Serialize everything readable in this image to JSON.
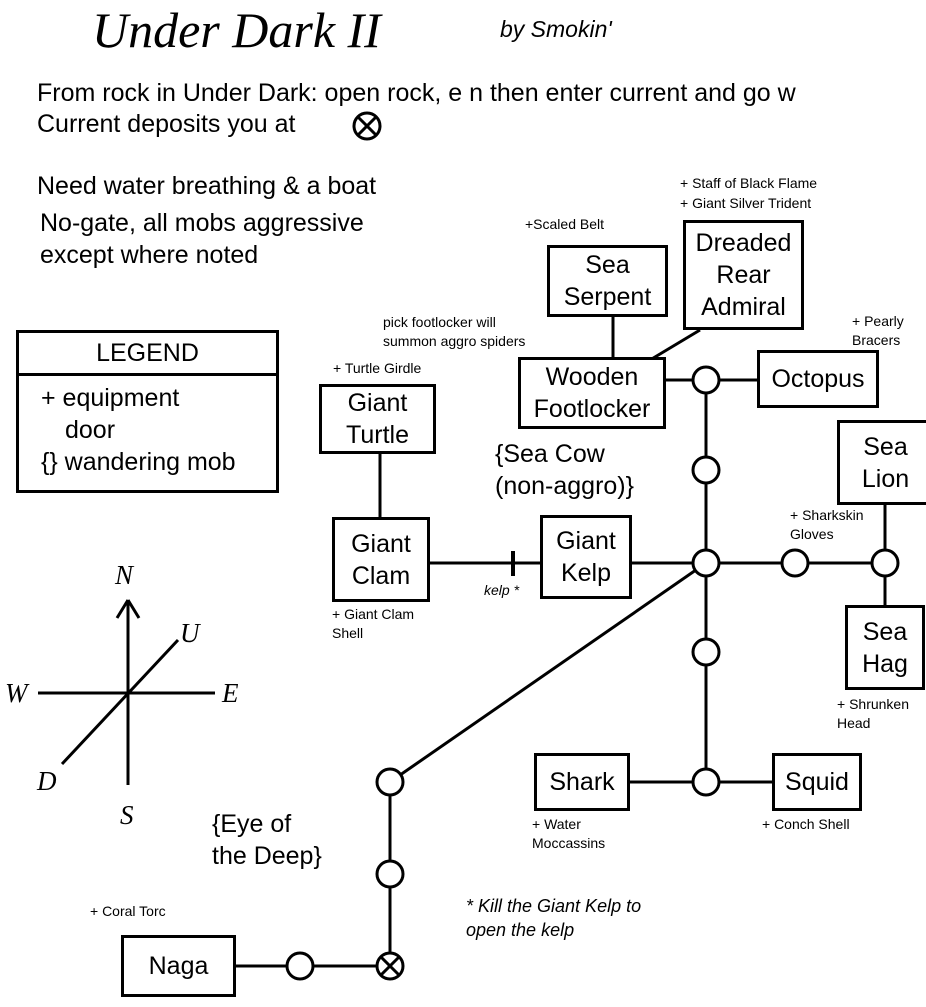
{
  "header": {
    "title": "Under Dark II",
    "author": "by Smokin'",
    "line1": "From rock in Under Dark: open rock, e n then enter current and go w",
    "line2": "Current deposits you at",
    "line3": "Need water breathing & a boat",
    "line4": "No-gate, all mobs aggressive",
    "line5": "except where noted"
  },
  "legend": {
    "title": "LEGEND",
    "equipment": "+ equipment",
    "door": "door",
    "wandering": "{} wandering mob"
  },
  "compass": {
    "n": "N",
    "s": "S",
    "e": "E",
    "w": "W",
    "u": "U",
    "d": "D"
  },
  "rooms": {
    "sea_serpent": "Sea\nSerpent",
    "dreaded_rear_admiral": "Dreaded\nRear\nAdmiral",
    "wooden_footlocker": "Wooden\nFootlocker",
    "octopus": "Octopus",
    "giant_turtle": "Giant\nTurtle",
    "sea_lion": "Sea\nLion",
    "giant_clam": "Giant\nClam",
    "giant_kelp": "Giant\nKelp",
    "sea_hag": "Sea\nHag",
    "shark": "Shark",
    "squid": "Squid",
    "naga": "Naga"
  },
  "notes": {
    "staff": "+ Staff of Black Flame",
    "trident": "+ Giant Silver Trident",
    "scaled_belt": "+Scaled Belt",
    "footlocker1": "pick footlocker will",
    "footlocker2": "summon aggro spiders",
    "pearly1": "+ Pearly",
    "pearly2": "Bracers",
    "turtle_girdle": "+ Turtle Girdle",
    "sharkskin1": "+ Sharkskin",
    "sharkskin2": "Gloves",
    "clam_shell1": "+ Giant Clam",
    "clam_shell2": "Shell",
    "shrunken1": "+ Shrunken",
    "shrunken2": "Head",
    "water1": "+ Water",
    "water2": "Moccassins",
    "conch": "+ Conch Shell",
    "coral": "+ Coral Torc",
    "kelp_door": "kelp *"
  },
  "wandering": {
    "sea_cow": "{Sea Cow\n(non-aggro)}",
    "eye": "{Eye of\nthe Deep}"
  },
  "footnote": "* Kill the Giant Kelp to\nopen the kelp"
}
